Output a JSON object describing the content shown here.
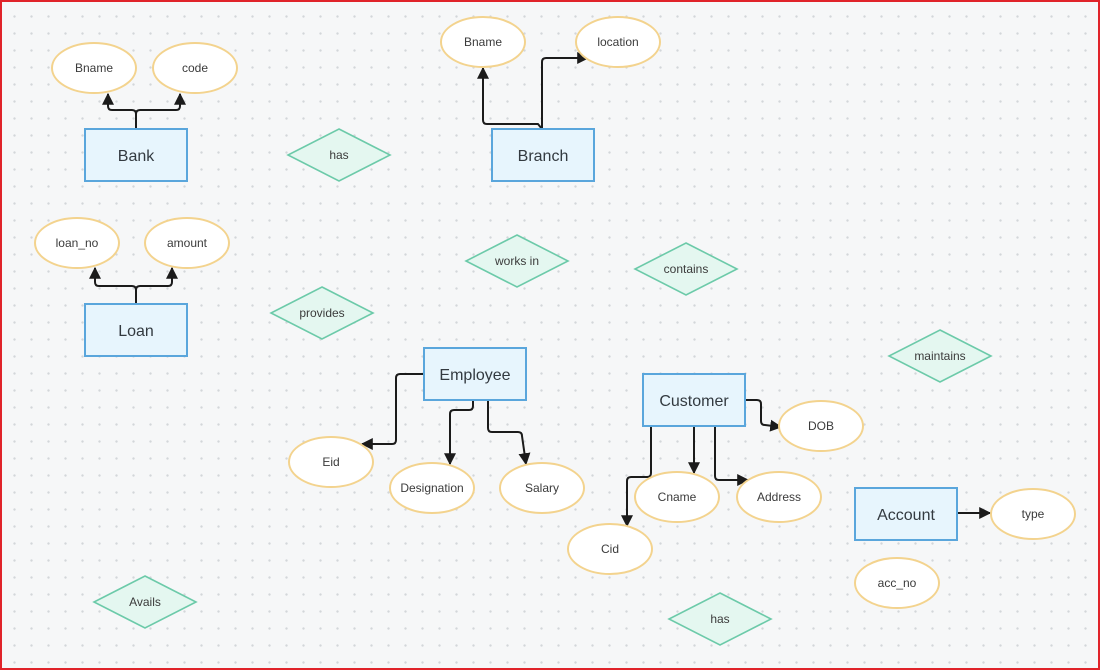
{
  "entities": {
    "bank": "Bank",
    "branch": "Branch",
    "loan": "Loan",
    "employee": "Employee",
    "customer": "Customer",
    "account": "Account"
  },
  "attributes": {
    "bank_bname": "Bname",
    "bank_code": "code",
    "branch_bname": "Bname",
    "branch_location": "location",
    "loan_no": "loan_no",
    "loan_amount": "amount",
    "emp_eid": "Eid",
    "emp_designation": "Designation",
    "emp_salary": "Salary",
    "cust_dob": "DOB",
    "cust_cname": "Cname",
    "cust_address": "Address",
    "cust_cid": "Cid",
    "acct_type": "type",
    "acct_no": "acc_no"
  },
  "relationships": {
    "has_top": "has",
    "works_in": "works in",
    "contains": "contains",
    "provides": "provides",
    "maintains": "maintains",
    "avails": "Avails",
    "has_bottom": "has"
  },
  "colors": {
    "entity_fill": "#e7f5fd",
    "entity_stroke": "#5aa6dc",
    "attribute_stroke": "#f3d38e",
    "relationship_fill": "#e4f7f0",
    "relationship_stroke": "#6ccaa9",
    "connector": "#1b1b1b",
    "frame_border": "#e0232a"
  }
}
